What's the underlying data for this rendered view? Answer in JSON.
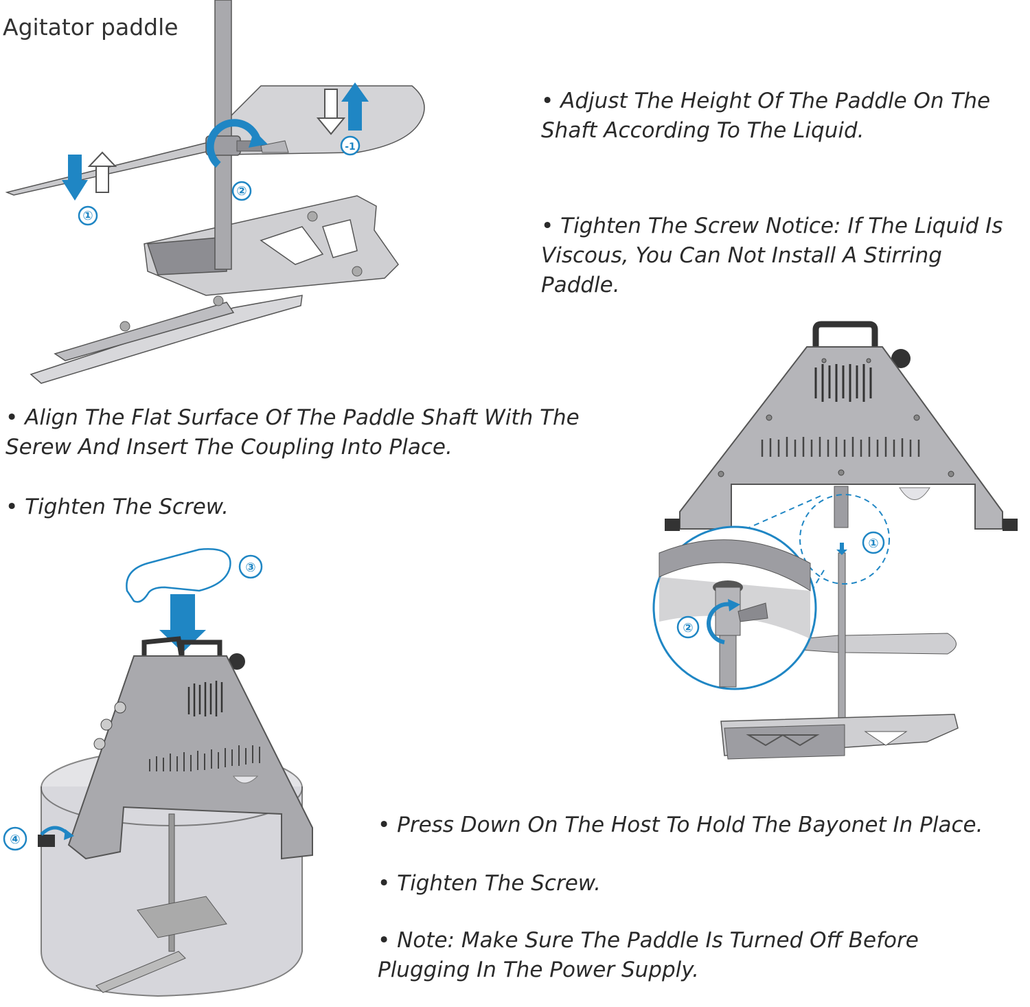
{
  "title": "Agitator paddle",
  "notes": {
    "step_height": "• Adjust The Height Of The Paddle On The Shaft According To The Liquid.",
    "step_tighten_notice": "• Tighten The Screw Notice: If The Liquid Is Viscous, You Can Not Install A Stirring Paddle.",
    "step_align": "• Align The Flat Surface Of The Paddle Shaft With The Serew And Insert The Coupling Into Place.",
    "step_tighten_1": "• Tighten The Screw.",
    "step_press": "• Press Down On The Host To Hold The Bayonet In Place.",
    "step_tighten_2": "• Tighten The Screw.",
    "step_note": "• Note: Make Sure The Paddle Is Turned Off Before Plugging In The Power Supply."
  },
  "callouts": {
    "paddle_1": "①",
    "paddle_2": "②",
    "paddle_neg1": "-1",
    "host_1": "①",
    "host_2": "②",
    "bucket_3": "③",
    "bucket_4": "④"
  },
  "colors": {
    "accent_blue": "#1f86c4",
    "metal": "#a9a9ad",
    "metal_dark": "#7d7d82",
    "line": "#4a4a4e"
  }
}
